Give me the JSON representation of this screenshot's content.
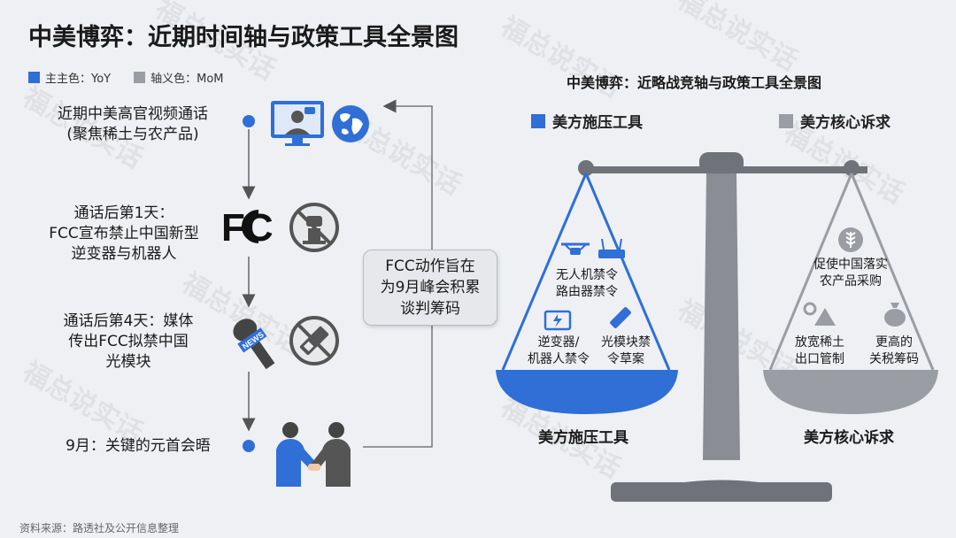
{
  "title": "中美博弈：近期时间轴与政策工具全景图",
  "legend": {
    "item1": "主主色：YoY",
    "item2": "轴义色：MoM",
    "color1": "#2f6fd6",
    "color2": "#9a9da3"
  },
  "timeline": [
    {
      "line1": "近期中美高官视频通话",
      "line2": "(聚焦稀土与农产品)"
    },
    {
      "line1": "通话后第1天：",
      "line2": "FCC宣布禁止中国新型",
      "line3": "逆变器与机器人"
    },
    {
      "line1": "通话后第4天：媒体",
      "line2": "传出FCC拟禁中国",
      "line3": "光模块"
    },
    {
      "line1": "9月：关键的元首会晤"
    }
  ],
  "icons": {
    "fcc_logo": "FC",
    "news_tag": "NEWS"
  },
  "fcc_box": {
    "line1": "FCC动作旨在",
    "line2": "为9月峰会积累",
    "line3": "谈判筹码"
  },
  "right": {
    "title": "中美博弈：近略战竞轴与政策工具全景图",
    "legend_left": "美方施压工具",
    "legend_right": "美方核心诉求",
    "left_pan": {
      "item1": "无人机禁令",
      "item1b": "路由器禁令",
      "item2a": "逆变器/",
      "item2b": "机器人禁令",
      "item3a": "光模块禁",
      "item3b": "令草案",
      "label": "美方施压工具"
    },
    "right_pan": {
      "item1a": "促使中国落实",
      "item1b": "农产品采购",
      "item2a": "放宽稀土",
      "item2b": "出口管制",
      "item3a": "更高的",
      "item3b": "关税筹码",
      "label": "美方核心诉求"
    },
    "color_blue": "#2f6fd6",
    "color_gray": "#9a9da3"
  },
  "source": "资料来源：路透社及公开信息整理",
  "watermark": "福总说实话"
}
